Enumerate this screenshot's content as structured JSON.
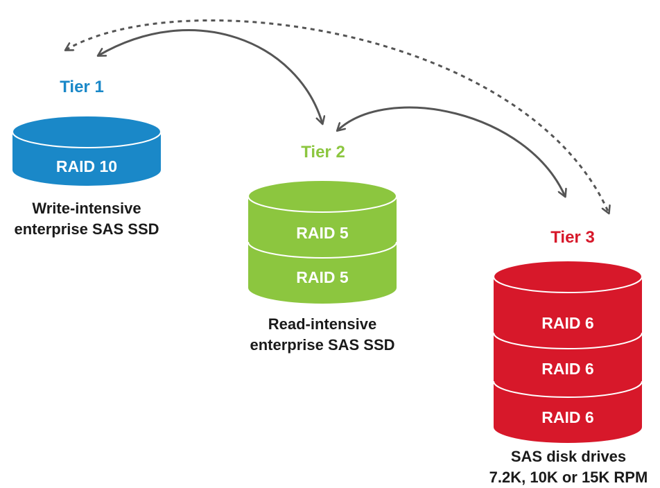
{
  "colors": {
    "tier1": "#1a88c8",
    "tier2": "#8cc63f",
    "tier3": "#d7182a",
    "arrow": "#555555",
    "caption": "#1a1a1a"
  },
  "tiers": [
    {
      "title": "Tier 1",
      "raid_labels": [
        "RAID 10"
      ],
      "caption": [
        "Write-intensive",
        "enterprise SAS SSD"
      ]
    },
    {
      "title": "Tier 2",
      "raid_labels": [
        "RAID 5",
        "RAID 5"
      ],
      "caption": [
        "Read-intensive",
        "enterprise SAS SSD"
      ]
    },
    {
      "title": "Tier 3",
      "raid_labels": [
        "RAID 6",
        "RAID 6",
        "RAID 6"
      ],
      "caption": [
        "SAS disk drives",
        "7.2K, 10K or 15K RPM"
      ]
    }
  ],
  "arrows": [
    {
      "from": "Tier 1",
      "to": "Tier 2",
      "style": "solid",
      "bidirectional": true
    },
    {
      "from": "Tier 2",
      "to": "Tier 3",
      "style": "solid",
      "bidirectional": true
    },
    {
      "from": "Tier 1",
      "to": "Tier 3",
      "style": "dashed",
      "bidirectional": true
    }
  ]
}
